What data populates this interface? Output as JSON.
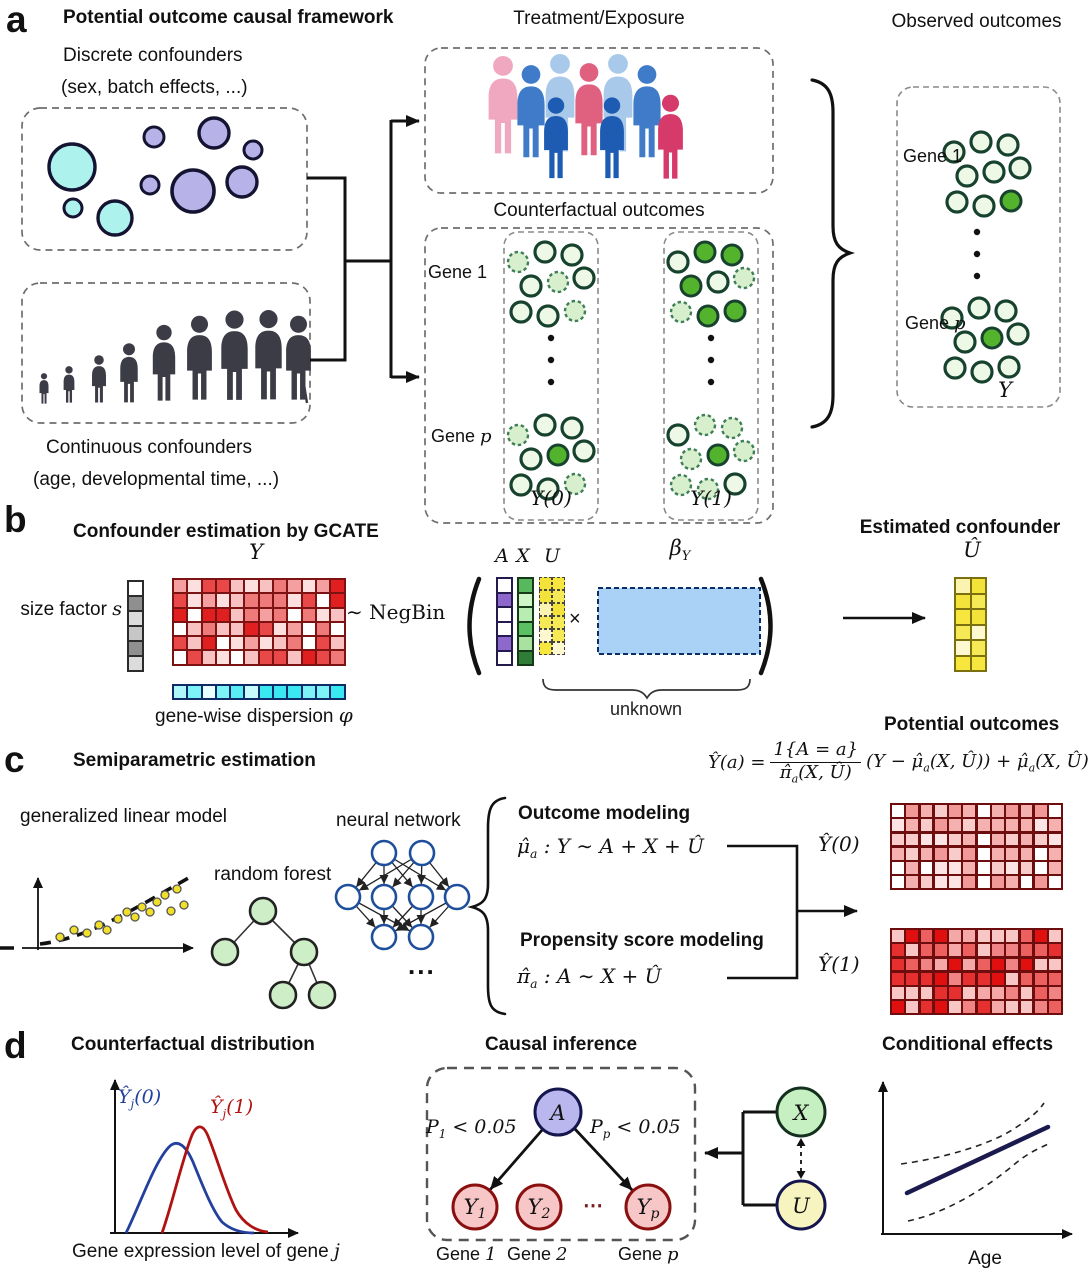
{
  "colors": {
    "cyan_circle": "#aef2ee",
    "purple_circle": "#b7b2e8",
    "outline_navy": "#141432",
    "green_cell_fill": "#54b32c",
    "green_outline": "#17432e",
    "red_matrix": "#e02020",
    "cyan_cell": "#3ae8f2",
    "yellow_cell": "#f3e23a",
    "beta_fill": "#a9d2f6",
    "blue_curve": "#24409e",
    "red_curve": "#b01212",
    "node_a_fill": "#b9b7ee",
    "node_y_fill": "#f7c6c6",
    "node_x_fill": "#c6f0c2",
    "node_u_fill": "#f8f4c0",
    "trend_line": "#1a1a4e"
  },
  "panel_a": {
    "label": "a",
    "title": "Potential outcome causal framework",
    "discrete_label": "Discrete confounders",
    "discrete_sub": "(sex, batch effects, ...)",
    "continuous_label": "Continuous confounders",
    "continuous_sub": "(age, developmental time, ...)",
    "treatment_title": "Treatment/Exposure",
    "counterfactual_title": "Counterfactual outcomes",
    "gene1_label": "Gene 1",
    "genep_prefix": "Gene ",
    "genep_p": "p",
    "y0_label": "Y(0)",
    "y1_label": "Y(1)",
    "observed_title": "Observed outcomes",
    "observed_gene1": "Gene 1",
    "observed_genep_prefix": "Gene ",
    "observed_genep_p": "p",
    "y_label": "Y"
  },
  "panel_b": {
    "label": "b",
    "title": "Confounder estimation by GCATE",
    "size_factor_prefix": "size factor ",
    "size_factor_var": "s",
    "y_var": "Y",
    "negbin": "∼ NegBin",
    "col_a": "A",
    "col_x": "X",
    "col_u": "U",
    "times": "×",
    "beta_base": "β",
    "beta_sub": "Y",
    "unknown": "unknown",
    "dispersion_prefix": "gene-wise dispersion ",
    "dispersion_var": "φ",
    "estimated_title": "Estimated confounder",
    "uhat": "Û"
  },
  "panel_c": {
    "label": "c",
    "title": "Semiparametric estimation",
    "potential_title": "Potential outcomes",
    "formula": {
      "lhs_y": "Ŷ(a) =",
      "num": "1{A = a}",
      "den_base": "π̂",
      "den_sub": "a",
      "den_rest": "(X, Û)",
      "r1": "(Y − μ̂",
      "r1_sub": "a",
      "r2": "(X, Û)) + μ̂",
      "r2_sub": "a",
      "r3": "(X, Û)"
    },
    "glm_label": "generalized linear model",
    "rf_label": "random forest",
    "nn_label": "neural network",
    "dots": "...",
    "outcome_title": "Outcome modeling",
    "outcome": {
      "base": "μ̂",
      "sub": "a",
      "rest": " :  Y ∼ A + X + Û"
    },
    "propensity_title": "Propensity score modeling",
    "propensity": {
      "base": "π̂",
      "sub": "a",
      "rest": " :  A ∼ X + Û"
    },
    "yhat0": "Ŷ(0)",
    "yhat1": "Ŷ(1)"
  },
  "panel_d": {
    "label": "d",
    "dist_title": "Counterfactual distribution",
    "curve0": {
      "base": "Ŷ",
      "sub": "j",
      "rest": "(0)"
    },
    "curve1": {
      "base": "Ŷ",
      "sub": "j",
      "rest": "(1)"
    },
    "dist_xlabel_prefix": "Gene expression level of gene ",
    "dist_xlabel_var": "j",
    "causal_title": "Causal inference",
    "node_a": "A",
    "p1": {
      "base": "P",
      "sub": "1",
      "rest": " < 0.05"
    },
    "pp": {
      "base": "P",
      "sub": "p",
      "rest": " < 0.05"
    },
    "y1": {
      "base": "Y",
      "sub": "1"
    },
    "y2": {
      "base": "Y",
      "sub": "2"
    },
    "ydots": "⋯",
    "yp": {
      "base": "Y",
      "sub": "p"
    },
    "gene1_prefix": "Gene ",
    "gene1_var": "1",
    "gene2_prefix": "Gene ",
    "gene2_var": "2",
    "genep_prefix": "Gene ",
    "genep_var": "p",
    "node_x": "X",
    "node_u": "U",
    "cond_title": "Conditional effects",
    "age_label": "Age"
  }
}
